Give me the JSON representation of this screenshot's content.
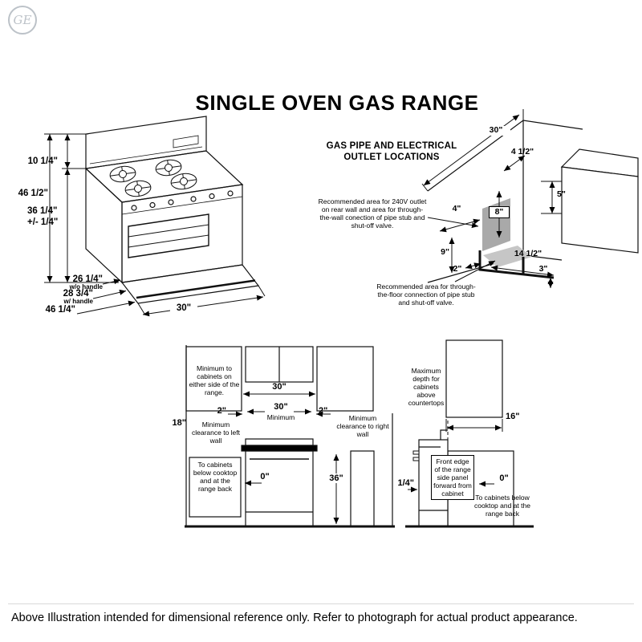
{
  "page": {
    "logo": "GE",
    "title": "SINGLE OVEN GAS RANGE",
    "footer": "Above Illustration intended for dimensional reference only. Refer to photograph for actual product appearance."
  },
  "range_view": {
    "backsplash_height": "10 1/4\"",
    "overall_height": "46 1/2\"",
    "cooktop_height": "36 1/4\"",
    "cooktop_height_tolerance": "+/- 1/4\"",
    "depth_no_handle": "26 1/4\"",
    "depth_no_handle_note": "w/o handle",
    "depth_with_handle": "28 3/4\"",
    "depth_with_handle_note": "w/ handle",
    "depth_door_open": "46 1/4\"",
    "width": "30\""
  },
  "gas_outlet": {
    "heading_line1": "GAS PIPE AND ELECTRICAL",
    "heading_line2": "OUTLET LOCATIONS",
    "wall_note": "Recommended area for 240V outlet on rear wall and area for through-the-wall conection of pipe stub and shut-off valve.",
    "floor_note": "Recommended area for through-the-floor connection of pipe stub and shut-off valve.",
    "dim_wall_width": "30\"",
    "dim_4_5": "4 1/2\"",
    "dim_5": "5\"",
    "dim_4": "4\"",
    "dim_8": "8\"",
    "dim_9": "9\"",
    "dim_2": "2\"",
    "dim_14_5": "14 1/2\"",
    "dim_3": "3\""
  },
  "clearance": {
    "side_cabinet_note": "Minimum to cabinets on either side of the range.",
    "dim_30_cabinet_gap": "30\"",
    "dim_30_range": "30\"",
    "minimum_label": "Minimum",
    "dim_2_left": "2\"",
    "dim_2_right": "2\"",
    "dim_18": "18\"",
    "left_wall_note": "Minimum clearance to left wall",
    "right_wall_note": "Minimum clearance to right wall",
    "below_cooktop_note_left": "To cabinets below cooktop and at the range back",
    "dim_0_left": "0\"",
    "dim_36": "36\"",
    "max_depth_note": "Maximum depth for cabinets above countertops",
    "dim_16": "16\"",
    "front_edge_note": "Front edge of the range side panel forward from cabinet",
    "dim_quarter": "1/4\"",
    "dim_0_right": "0\"",
    "below_cooktop_note_right": "To cabinets below cooktop and at the range back"
  }
}
